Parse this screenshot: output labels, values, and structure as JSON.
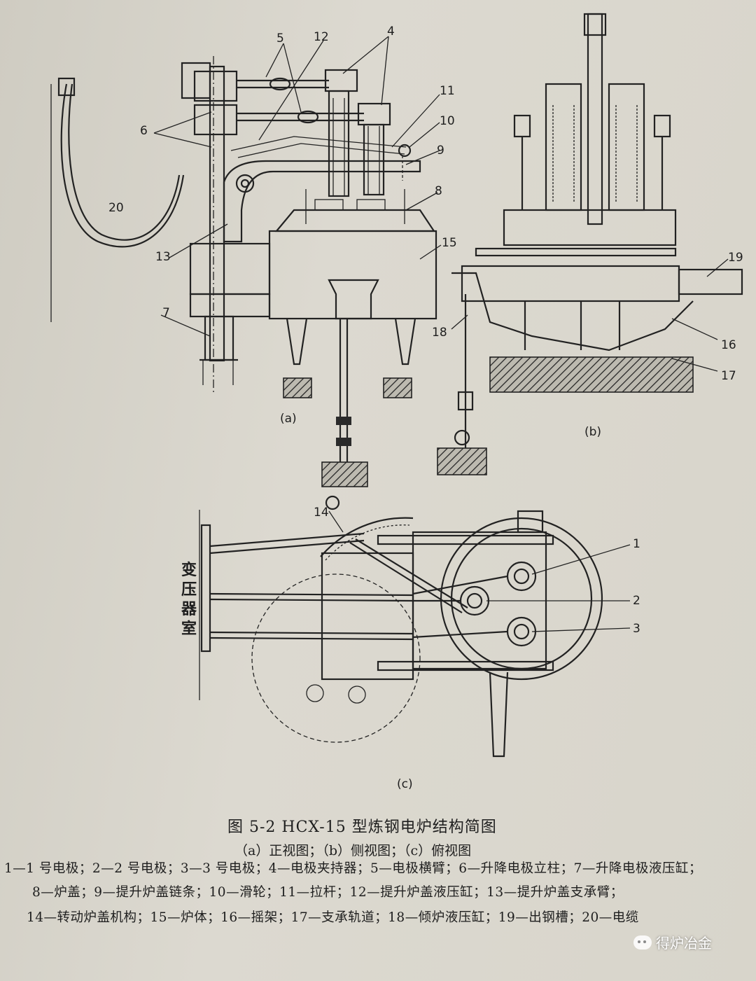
{
  "views": {
    "a": "(a)",
    "b": "(b)",
    "c": "(c)"
  },
  "room_label": "变压器室",
  "part_numbers": [
    "1",
    "2",
    "3",
    "4",
    "5",
    "6",
    "7",
    "8",
    "9",
    "10",
    "11",
    "12",
    "13",
    "14",
    "15",
    "16",
    "17",
    "18",
    "19",
    "20"
  ],
  "caption": {
    "title": "图 5-2   HCX-15 型炼钢电炉结构简图",
    "subtitle": "（a）正视图；（b）侧视图；（c）俯视图"
  },
  "legend": {
    "line1": "1—1 号电极；2—2 号电极；3—3 号电极；4—电极夹持器；5—电极横臂；6—升降电极立柱；7—升降电极液压缸；",
    "line2": "8—炉盖；9—提升炉盖链条；10—滑轮；11—拉杆；12—提升炉盖液压缸；13—提升炉盖支承臂；",
    "line3": "14—转动炉盖机构；15—炉体；16—摇架；17—支承轨道；18—倾炉液压缸；19—出钢槽；20—电缆"
  },
  "watermark": "得炉冶金",
  "colors": {
    "ink": "#1e1e1e",
    "paper": "#d9d6cc"
  }
}
